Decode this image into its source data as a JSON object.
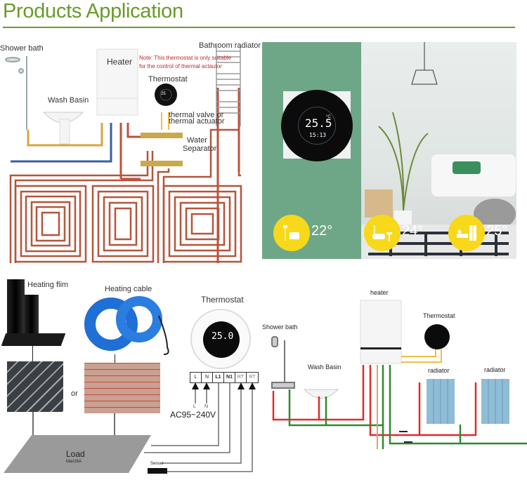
{
  "header": {
    "title": "Products Application",
    "accent_color": "#6a9a2a"
  },
  "panel_1_water_heating": {
    "labels": {
      "shower_bath": "Shower bath",
      "heater": "Heater",
      "note_line1": "Note: This thermostat is only suitable",
      "note_line2": "for the control of thermal actautor",
      "bathroom_radiator": "Bathroom radiator",
      "thermostat": "Thermostat",
      "wash_basin": "Wash Basin",
      "thermal_valve_line1": "thermal valve or",
      "thermal_valve_line2": "thermal actuator",
      "water_separator_line1": "Water",
      "water_separator_line2": "Separator"
    },
    "thermostat_display": "25"
  },
  "panel_2_rooms": {
    "thermostat_display": {
      "temp": "25.5",
      "unit": "°C",
      "time": "15:13"
    },
    "zones": [
      {
        "icon": "living-room-icon",
        "temperature": "22°"
      },
      {
        "icon": "bathroom-icon",
        "temperature": "24°"
      },
      {
        "icon": "bedroom-icon",
        "temperature": "25°"
      }
    ],
    "colors": {
      "panel_green": "#6ea787",
      "badge_yellow": "#f7d81a"
    }
  },
  "panel_3_electric_heating": {
    "labels": {
      "heating_film": "Heating flim",
      "heating_cable": "Heating cable",
      "or": "or",
      "thermostat": "Thermostat",
      "power": "AC95~240V",
      "load": "Load",
      "load_max": "Max16A",
      "sensor": "Senser",
      "line_l": "L",
      "line_n": "N"
    },
    "terminals": [
      "L",
      "N",
      "L1",
      "N1",
      "RT",
      "RT"
    ],
    "thermostat_display": "25.0"
  },
  "panel_4_boiler_heating": {
    "labels": {
      "heater": "heater",
      "thermostat": "Thermostat",
      "shower_bath": "Shower bath",
      "wash_basin": "Wash Basin",
      "radiator_1": "radiator",
      "radiator_2": "radiator"
    },
    "pipe_colors": {
      "hot": "#e02a2a",
      "return": "#2f8a2f",
      "signal": "#f0c040"
    }
  }
}
